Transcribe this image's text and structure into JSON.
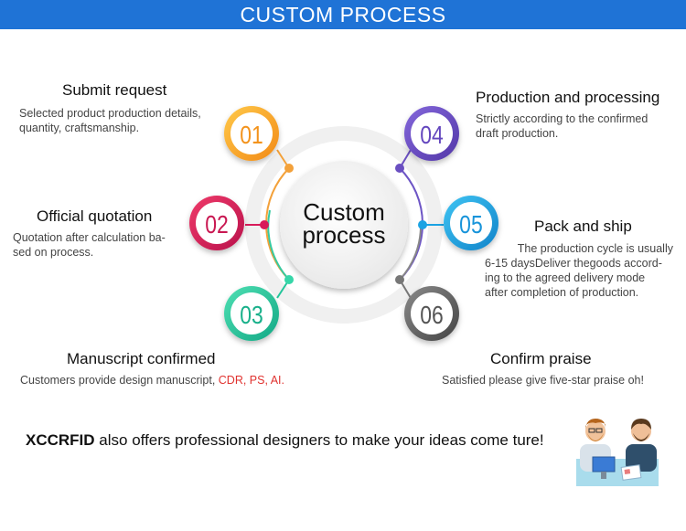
{
  "header": {
    "title": "CUSTOM PROCESS"
  },
  "center": {
    "line1": "Custom",
    "line2": "process"
  },
  "steps": [
    {
      "number": "01",
      "title": "Submit request",
      "desc_lines": [
        "Selected product production details,",
        "quantity, craftsmanship."
      ],
      "color": "#f7a21b"
    },
    {
      "number": "02",
      "title": "Official quotation",
      "desc_lines": [
        "Quotation after calculation ba-",
        "sed on process."
      ],
      "color": "#d81b5a"
    },
    {
      "number": "03",
      "title": "Manuscript confirmed",
      "desc_prefix": "Customers provide design manuscript, ",
      "desc_highlight": "CDR, PS, AI.",
      "color": "#22c59a"
    },
    {
      "number": "04",
      "title": "Production and processing",
      "desc_lines": [
        "Strictly according to the confirmed",
        "draft production."
      ],
      "color": "#6a4fc1"
    },
    {
      "number": "05",
      "title": "Pack and ship",
      "desc_lines": [
        "The production cycle is usually",
        "6-15 daysDeliver thegoods accord-",
        "ing to the agreed delivery mode",
        "after completion of production."
      ],
      "color": "#1ba3e3"
    },
    {
      "number": "06",
      "title": "Confirm praise",
      "desc_lines": [
        "Satisfied please give five-star praise oh!"
      ],
      "color": "#666666"
    }
  ],
  "footer": {
    "brand": "XCCRFID",
    "text": " also offers professional designers to make your ideas come ture!"
  }
}
